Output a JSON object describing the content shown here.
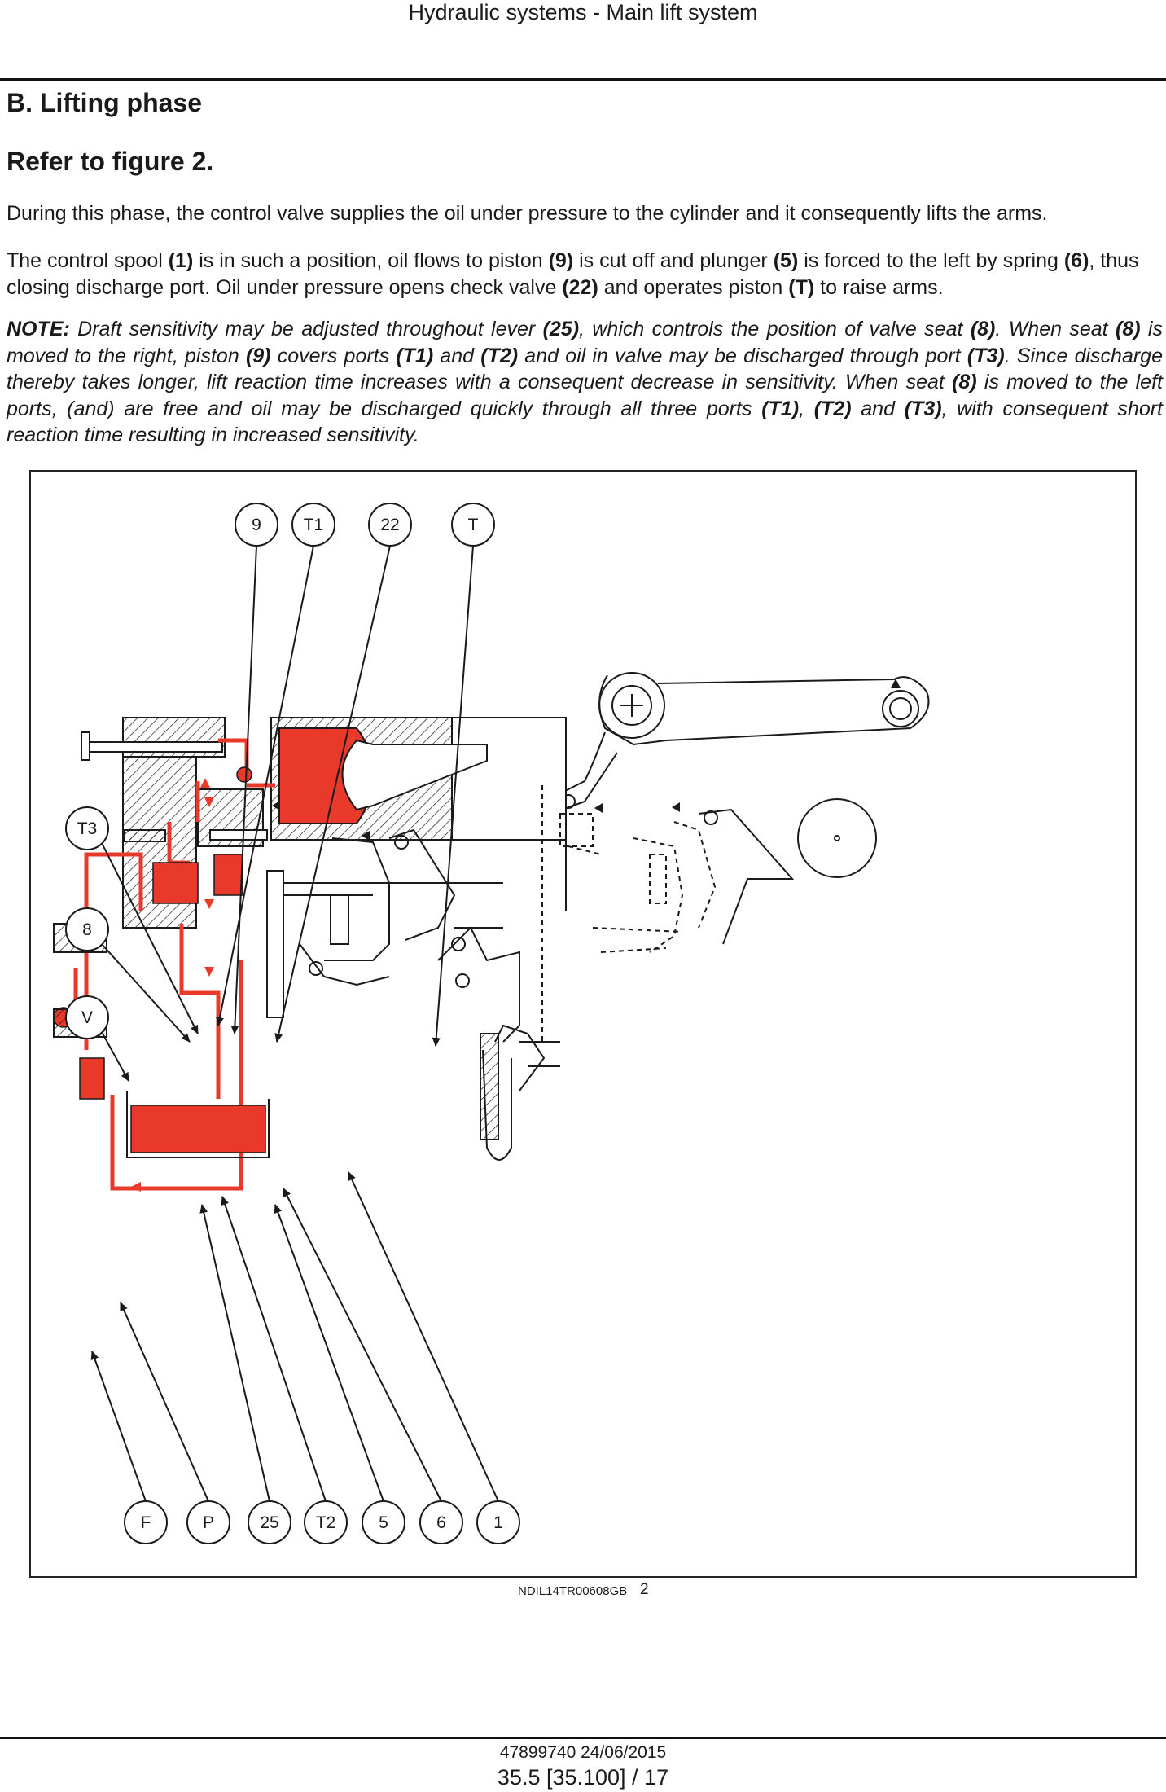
{
  "header": {
    "title": "Hydraulic systems - Main lift system"
  },
  "section": {
    "title": "B. Lifting phase",
    "refer": "Refer to figure 2."
  },
  "paragraph1": "During this phase, the control valve supplies the oil under pressure to the cylinder and it consequently lifts the arms.",
  "paragraph2": {
    "s1": "The control spool ",
    "b1": "(1)",
    "s2": " is in such a position, oil flows to piston ",
    "b2": "(9)",
    "s3": " is cut off and plunger ",
    "b3": "(5)",
    "s4": " is forced to the left by spring ",
    "b4": "(6)",
    "s5": ", thus closing discharge port. Oil under pressure opens check valve ",
    "b5": "(22)",
    "s6": " and operates piston ",
    "b6": "(T)",
    "s7": " to raise arms."
  },
  "note": {
    "label": "NOTE:",
    "s1": " Draft sensitivity may be adjusted throughout lever ",
    "b1": "(25)",
    "s2": ", which controls the position of valve seat ",
    "b2": "(8)",
    "s3": ". When seat ",
    "b3": "(8)",
    "s4": " is moved to the right, piston ",
    "b4": "(9)",
    "s5": " covers ports ",
    "b5": "(T1)",
    "s6": " and ",
    "b6": "(T2)",
    "s7": " and oil in valve may be discharged through port ",
    "b7": "(T3)",
    "s8": ". Since discharge thereby takes longer, lift reaction time increases with a consequent decrease in sensitivity. When seat ",
    "b8": "(8)",
    "s9": " is moved to the left ports, (and) are free and oil may be discharged quickly through all three ports ",
    "b9": "(T1)",
    "s10": ", ",
    "b10": "(T2)",
    "s11": " and ",
    "b11": "(T3)",
    "s12": ", with consequent short reaction time resulting in increased sensitivity."
  },
  "figure": {
    "callouts_top": [
      "9",
      "T1",
      "22",
      "T"
    ],
    "callouts_left": [
      "T3",
      "8",
      "V"
    ],
    "callouts_bottom": [
      "F",
      "P",
      "25",
      "T2",
      "5",
      "6",
      "1"
    ],
    "code": "NDIL14TR00608GB",
    "number": "2",
    "oil_color": "#e8392b",
    "line_color": "#1a1a1a"
  },
  "footer": {
    "doc": "47899740 24/06/2015",
    "page": "35.5 [35.100] / 17"
  }
}
